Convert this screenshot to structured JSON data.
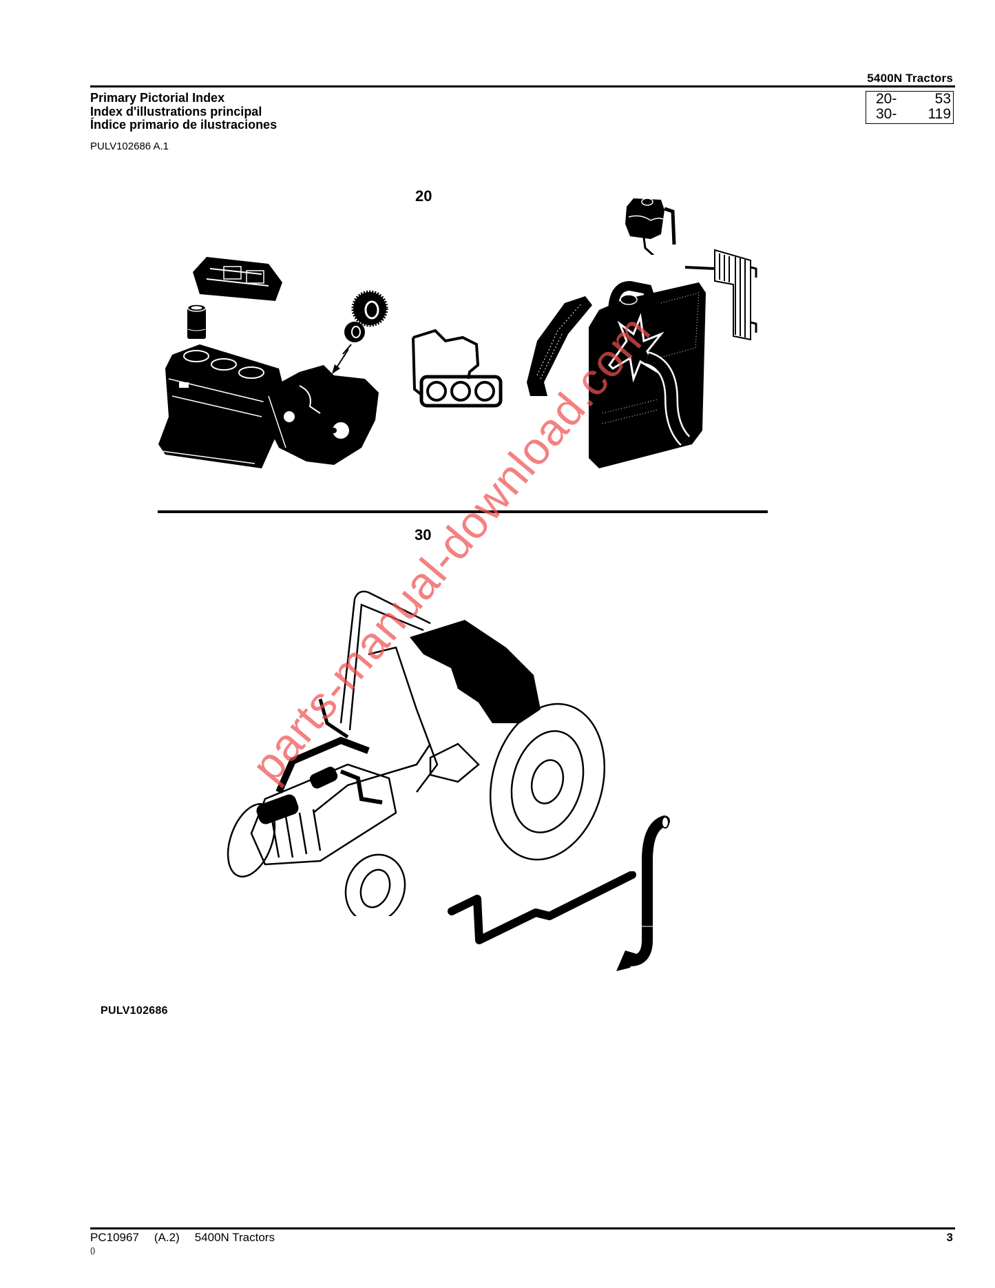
{
  "header": {
    "product_title": "5400N Tractors",
    "titles": [
      "Primary Pictorial Index",
      "Index d'illustrations principal",
      "Índice primario de ilustraciones"
    ],
    "reference_code": "PULV102686 A.1"
  },
  "index_box": {
    "rows": [
      {
        "section": "20-",
        "page": "53"
      },
      {
        "section": "30-",
        "page": "119"
      }
    ]
  },
  "sections": [
    {
      "label": "20",
      "items": [
        "cylinder-head",
        "cylinder-liner",
        "engine-block",
        "timing-gears",
        "timing-gear-cover",
        "gasket-set",
        "coolant-recovery-tank",
        "radiator",
        "fan",
        "fan-shroud",
        "oil-cooler"
      ]
    },
    {
      "label": "30",
      "items": [
        "tractor-overview",
        "air-intake",
        "fuel-tank",
        "exhaust-pipe",
        "muffler-pipe"
      ]
    }
  ],
  "figure": {
    "id": "PULV102686"
  },
  "footer": {
    "doc_number": "PC10967",
    "revision": "(A.2)",
    "product": "5400N Tractors",
    "sub": "()",
    "page_number": "3"
  },
  "watermark": {
    "text": "parts-manual-download.com",
    "color": "#f05050"
  }
}
